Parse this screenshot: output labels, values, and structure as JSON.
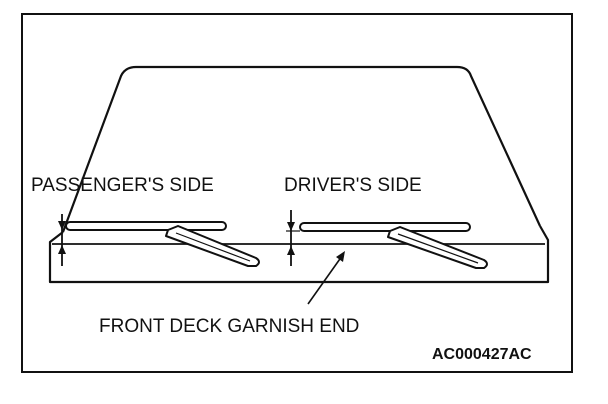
{
  "labels": {
    "passenger_side": "PASSENGER'S SIDE",
    "driver_side": "DRIVER'S SIDE",
    "front_deck_garnish_end": "FRONT DECK GARNISH END",
    "figure_code": "AC000427AC"
  },
  "colors": {
    "line": "#111111",
    "background": "#ffffff"
  }
}
